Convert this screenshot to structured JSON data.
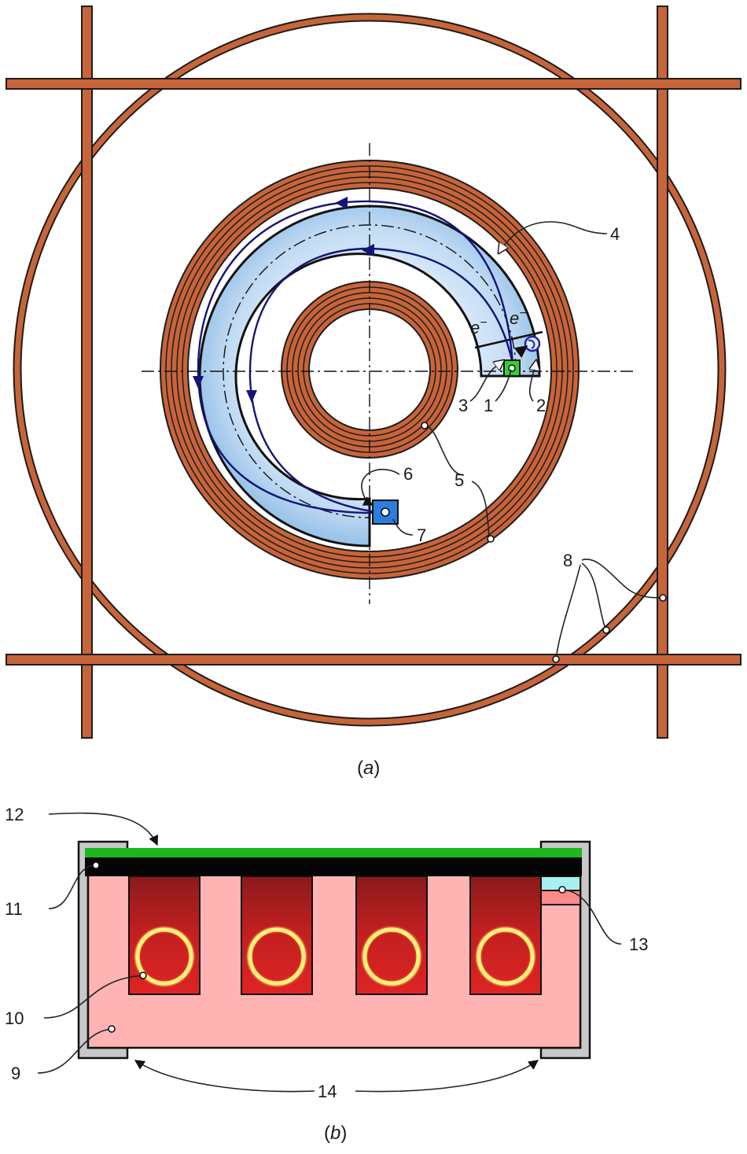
{
  "panel_a": {
    "caption_open": "(",
    "caption_letter": "a",
    "caption_close": ")",
    "electron_labels": [
      "e",
      "e"
    ],
    "electron_charge": "−"
  },
  "panel_b": {
    "caption_open": "(",
    "caption_letter": "b",
    "caption_close": ")"
  },
  "callouts": {
    "n1": "1",
    "n2": "2",
    "n3": "3",
    "n4": "4",
    "n5": "5",
    "n6": "6",
    "n7": "7",
    "n8": "8",
    "n9": "9",
    "n10": "10",
    "n11": "11",
    "n12": "12",
    "n13": "13",
    "n14": "14"
  },
  "colors": {
    "copper": "#c8643a",
    "copper_dark": "#1c1c1c",
    "chamber_light": "#dcecfa",
    "chamber_dark": "#8fbde6",
    "trajectory": "#14147a",
    "source_green": "#2fd22f",
    "collector_blue": "#2a7de1",
    "crystal_pink": "#ffb3b3",
    "strip_red": "#8b1a1a",
    "ring_yellow": "#ffe066",
    "top_green": "#1fb51f",
    "housing_grey": "#c8c8c8",
    "sensor_cyan": "#a8f0f0"
  },
  "icons": {
    "source": "square-source-icon",
    "detector": "circular-arrow-icon",
    "collector": "square-collector-icon"
  }
}
